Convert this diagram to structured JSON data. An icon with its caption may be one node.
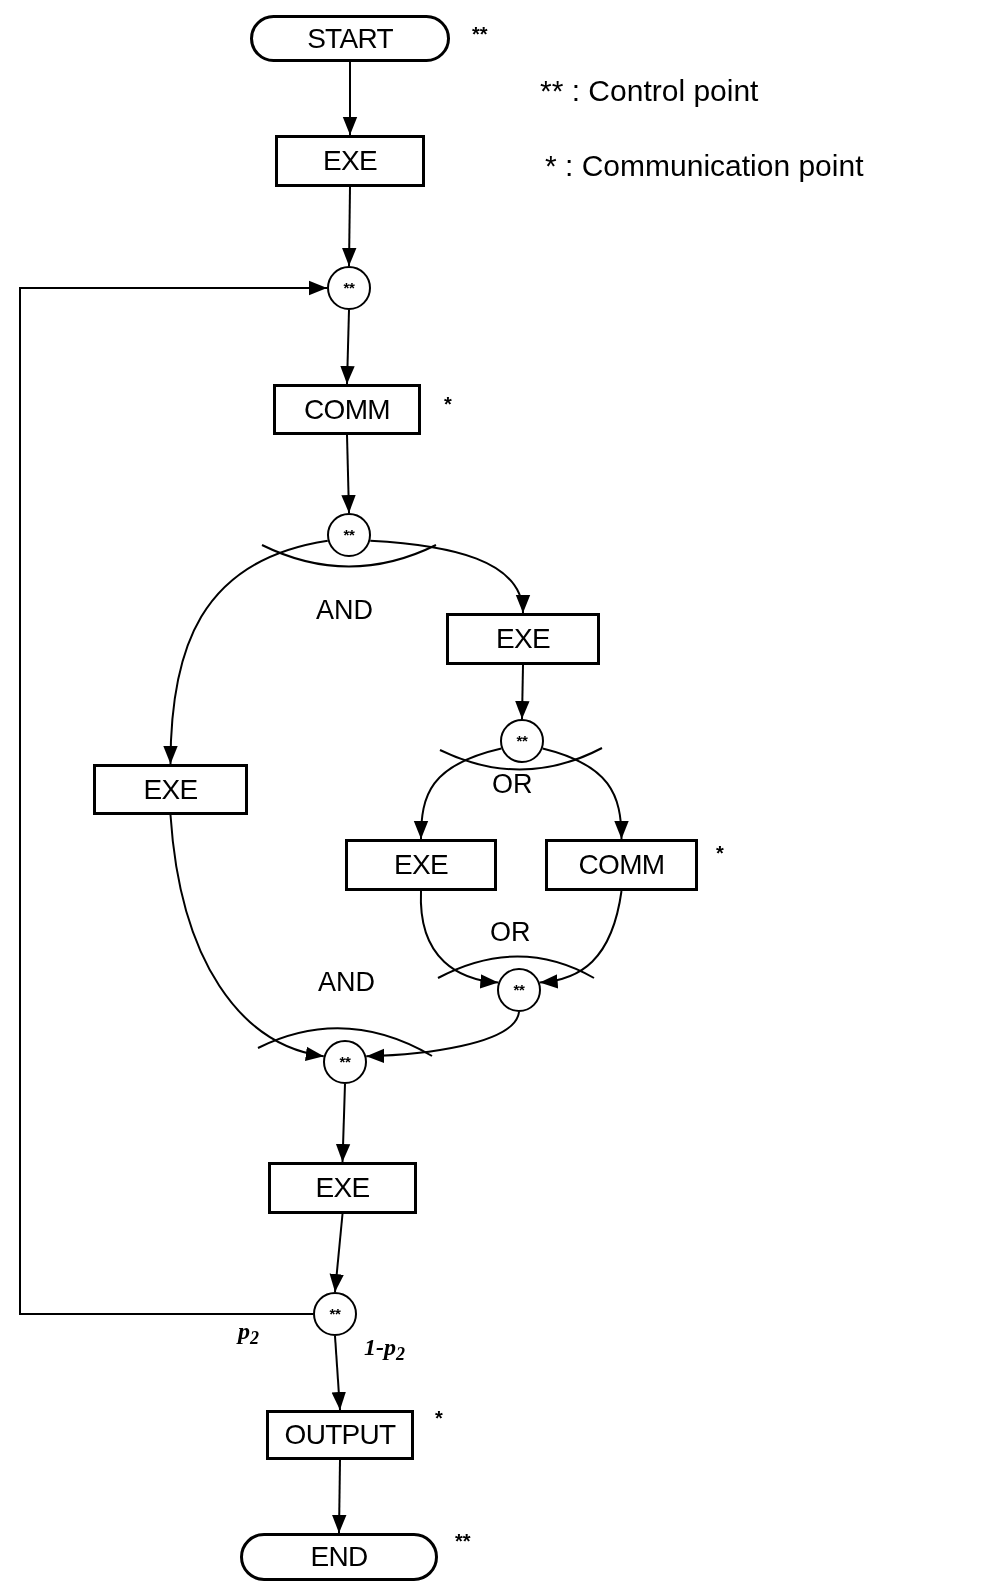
{
  "diagram": {
    "nodes": [
      {
        "text": [
          "START"
        ],
        "beside": [
          "**"
        ]
      },
      {
        "text": [
          "EXE"
        ]
      },
      {
        "text": [
          "**"
        ]
      },
      {
        "text": [
          "COMM"
        ],
        "beside": [
          "*"
        ]
      },
      {
        "text": [
          "**"
        ]
      },
      {
        "text": [
          "EXE"
        ]
      },
      {
        "text": [
          "EXE"
        ]
      },
      {
        "text": [
          "**"
        ]
      },
      {
        "text": [
          "EXE"
        ]
      },
      {
        "text": [
          "COMM"
        ],
        "beside": [
          "*"
        ]
      },
      {
        "text": [
          "**"
        ]
      },
      {
        "text": [
          "**"
        ]
      },
      {
        "text": [
          "EXE"
        ]
      },
      {
        "text": [
          "**"
        ]
      },
      {
        "text": [
          "OUTPUT"
        ],
        "beside": [
          "*"
        ]
      },
      {
        "text": [
          "END"
        ],
        "beside": [
          "**"
        ]
      }
    ],
    "edges": [
      {
        "from": 0,
        "to": 1,
        "arrow": "to"
      },
      {
        "from": 1,
        "to": 2,
        "arrow": "to"
      },
      {
        "from": 2,
        "to": 3,
        "arrow": "to"
      },
      {
        "from": 3,
        "to": 4,
        "arrow": "to"
      },
      {
        "from": 4,
        "to": 5,
        "arrow": "to"
      },
      {
        "from": 4,
        "to": 6,
        "arrow": "to"
      },
      {
        "from": 5,
        "to": 7,
        "arrow": "to"
      },
      {
        "from": 7,
        "to": 8,
        "arrow": "to"
      },
      {
        "from": 7,
        "to": 9,
        "arrow": "to"
      },
      {
        "from": 8,
        "to": 10,
        "arrow": "to"
      },
      {
        "from": 9,
        "to": 10,
        "arrow": "to"
      },
      {
        "from": 10,
        "to": 11,
        "arrow": "to"
      },
      {
        "from": 6,
        "to": 11,
        "arrow": "to"
      },
      {
        "from": 11,
        "to": 12,
        "arrow": "to"
      },
      {
        "from": 12,
        "to": 13,
        "arrow": "to"
      },
      {
        "from": 13,
        "to": 2,
        "arrow": "to",
        "label": "p$_{2}$"
      },
      {
        "from": 13,
        "to": 14,
        "arrow": "to",
        "label": "1-p$_{2}$"
      },
      {
        "from": 14,
        "to": 15,
        "arrow": "to"
      }
    ],
    "labels": [
      "** : Control point",
      "* : Communication point",
      "AND",
      "OR",
      "OR",
      "AND"
    ]
  }
}
